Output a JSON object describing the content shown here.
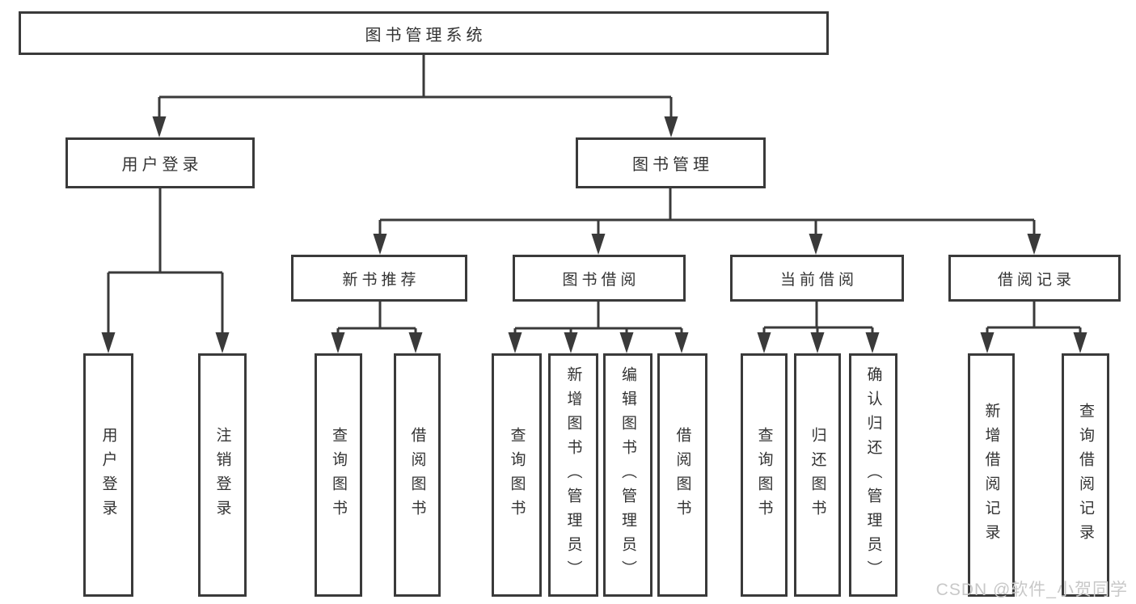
{
  "diagram": {
    "title": "图书管理系统",
    "level2": {
      "user_login": "用户登录",
      "book_management": "图书管理"
    },
    "level3": {
      "new_book_recommend": "新书推荐",
      "book_borrow": "图书借阅",
      "current_borrow": "当前借阅",
      "borrow_record": "借阅记录"
    },
    "leaves": {
      "user_login": [
        "用户登录",
        "注销登录"
      ],
      "new_book_recommend": [
        "查询图书",
        "借阅图书"
      ],
      "book_borrow": [
        "查询图书",
        "新增图书（管理员）",
        "编辑图书（管理员）",
        "借阅图书"
      ],
      "current_borrow": [
        "查询图书",
        "归还图书",
        "确认归还（管理员）"
      ],
      "borrow_record": [
        "新增借阅记录",
        "查询借阅记录"
      ]
    }
  },
  "watermark": {
    "text": "CSDN @软件_小贺同学",
    "color": "#c8c8c8"
  },
  "colors": {
    "line": "#3a3a3a",
    "text": "#333333",
    "box_background": "#ffffff"
  }
}
